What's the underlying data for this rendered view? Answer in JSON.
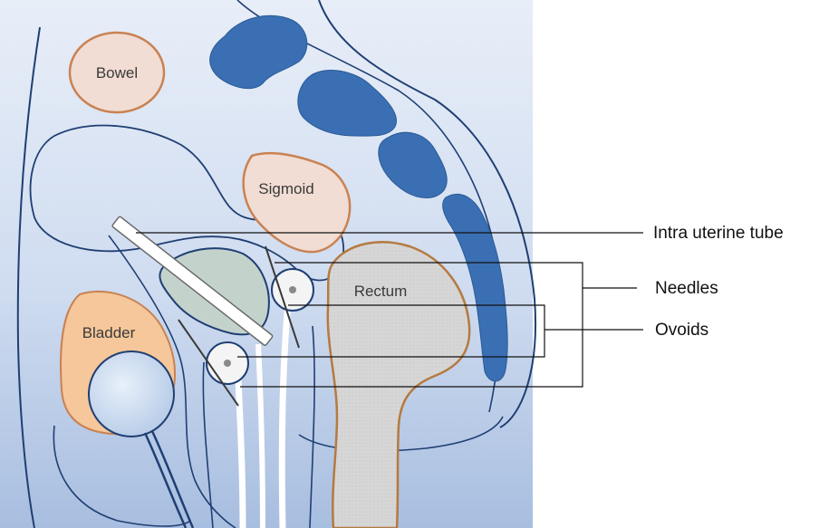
{
  "organs": {
    "bowel": "Bowel",
    "sigmoid": "Sigmoid",
    "rectum": "Rectum",
    "bladder": "Bladder"
  },
  "callouts": {
    "intra_uterine_tube": "Intra uterine tube",
    "needles": "Needles",
    "ovoids": "Ovoids"
  },
  "colors": {
    "background_top": "#e8eef8",
    "background_bottom": "#aabfe0",
    "outline": "#1f3f73",
    "vertebrae": "#3a6fb3",
    "bowel_fill": "#f1ddd3",
    "bowel_stroke": "#c98253",
    "bladder_fill": "#f5c79a",
    "rectum_fill": "#d8d8d8",
    "rectum_stroke": "#b57a40",
    "uterus_fill": "#c3d3cc"
  }
}
